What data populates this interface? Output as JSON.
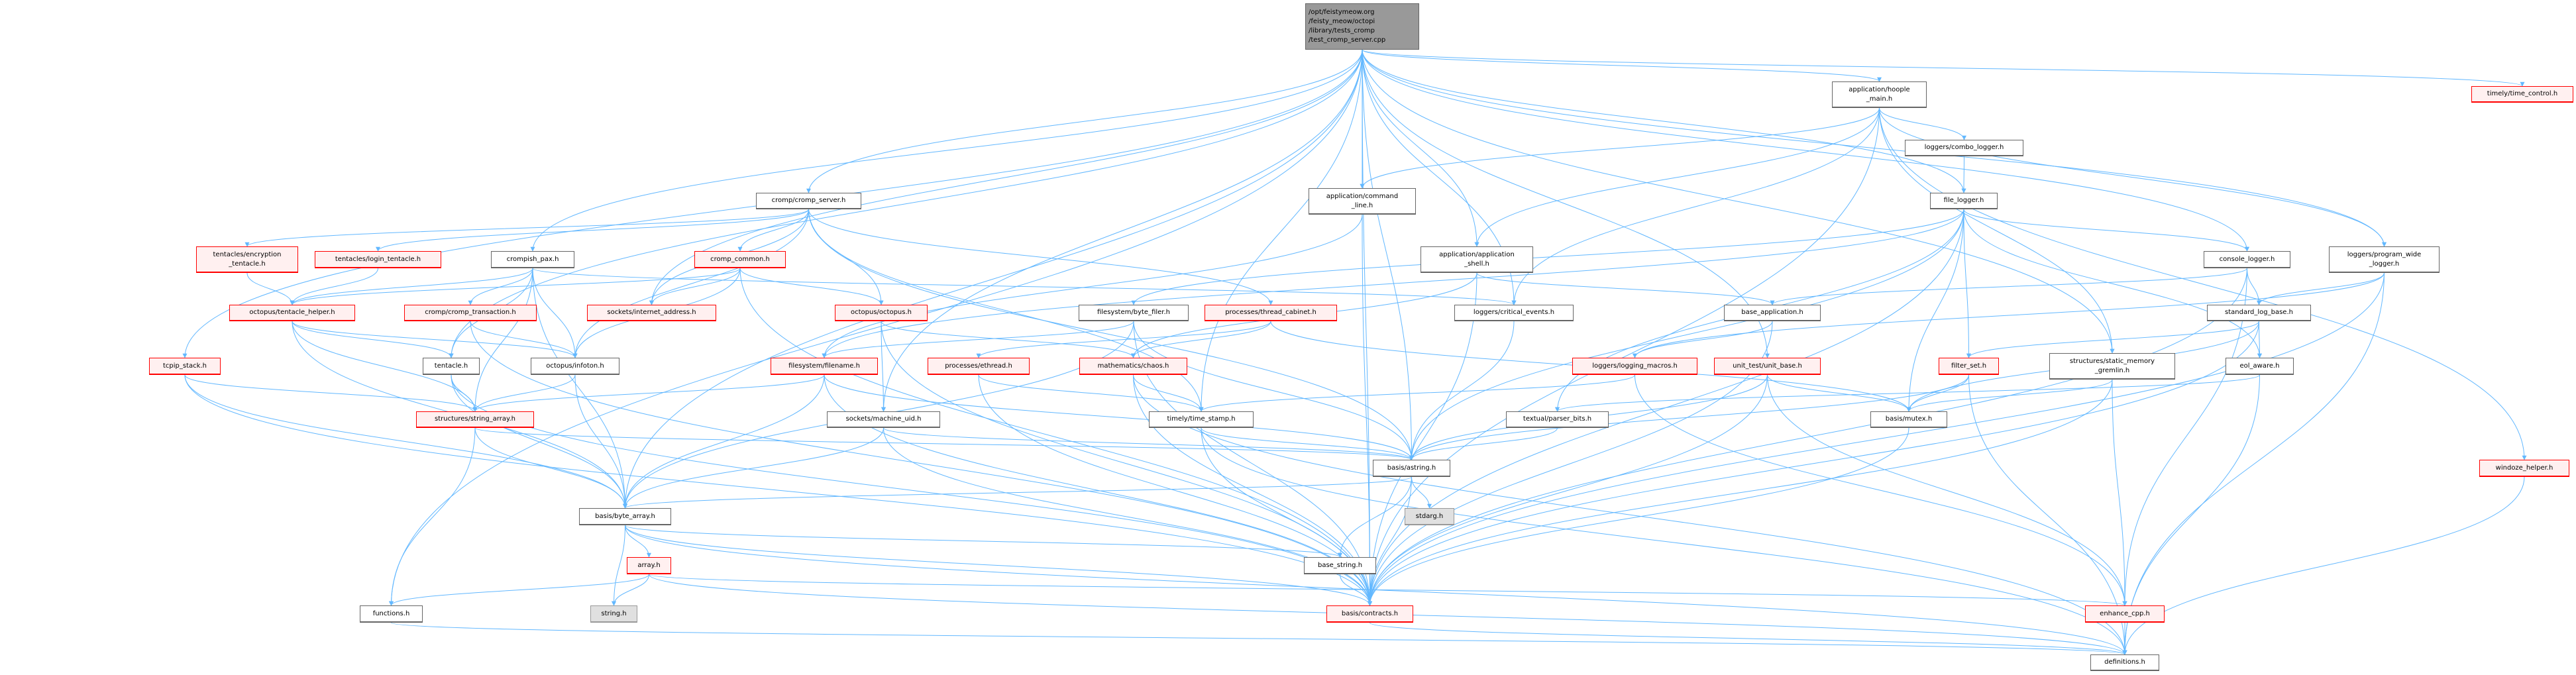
{
  "colors": {
    "edge": "#63B8FF",
    "red_border": "#FF0000",
    "red_fill": "#FFF0F0",
    "main_fill": "#999999",
    "sys_fill": "#E0E0E0"
  },
  "nodes": [
    {
      "id": "main",
      "label": "/opt/feistymeow.org\n/feisty_meow/octopi\n/library/tests_cromp\n/test_cromp_server.cpp",
      "style": "main"
    },
    {
      "id": "cromp_server",
      "label": "cromp/cromp_server.h",
      "style": "plain"
    },
    {
      "id": "encryption_tentacle",
      "label": "tentacles/encryption\n_tentacle.h",
      "style": "red"
    },
    {
      "id": "login_tentacle",
      "label": "tentacles/login_tentacle.h",
      "style": "red"
    },
    {
      "id": "crompish_pax",
      "label": "crompish_pax.h",
      "style": "plain"
    },
    {
      "id": "cromp_common",
      "label": "cromp_common.h",
      "style": "red"
    },
    {
      "id": "tentacle_helper",
      "label": "octopus/tentacle_helper.h",
      "style": "red"
    },
    {
      "id": "cromp_transaction",
      "label": "cromp/cromp_transaction.h",
      "style": "red"
    },
    {
      "id": "internet_address",
      "label": "sockets/internet_address.h",
      "style": "red"
    },
    {
      "id": "octopus",
      "label": "octopus/octopus.h",
      "style": "red"
    },
    {
      "id": "command_line",
      "label": "application/command\n_line.h",
      "style": "plain"
    },
    {
      "id": "application_shell",
      "label": "application/application\n_shell.h",
      "style": "plain"
    },
    {
      "id": "byte_filer",
      "label": "filesystem/byte_filer.h",
      "style": "plain"
    },
    {
      "id": "thread_cabinet",
      "label": "processes/thread_cabinet.h",
      "style": "red"
    },
    {
      "id": "critical_events",
      "label": "loggers/critical_events.h",
      "style": "plain"
    },
    {
      "id": "hoople_main",
      "label": "application/hoople\n_main.h",
      "style": "plain"
    },
    {
      "id": "time_control",
      "label": "timely/time_control.h",
      "style": "red"
    },
    {
      "id": "combo_logger",
      "label": "loggers/combo_logger.h",
      "style": "plain"
    },
    {
      "id": "file_logger",
      "label": "file_logger.h",
      "style": "plain"
    },
    {
      "id": "console_logger",
      "label": "console_logger.h",
      "style": "plain"
    },
    {
      "id": "program_wide_logger",
      "label": "loggers/program_wide\n_logger.h",
      "style": "plain"
    },
    {
      "id": "base_application",
      "label": "base_application.h",
      "style": "plain"
    },
    {
      "id": "standard_log_base",
      "label": "standard_log_base.h",
      "style": "plain"
    },
    {
      "id": "tcpip_stack",
      "label": "tcpip_stack.h",
      "style": "red"
    },
    {
      "id": "tentacle",
      "label": "tentacle.h",
      "style": "plain"
    },
    {
      "id": "infoton",
      "label": "octopus/infoton.h",
      "style": "plain"
    },
    {
      "id": "filename",
      "label": "filesystem/filename.h",
      "style": "red"
    },
    {
      "id": "ethread",
      "label": "processes/ethread.h",
      "style": "red"
    },
    {
      "id": "chaos",
      "label": "mathematics/chaos.h",
      "style": "red"
    },
    {
      "id": "logging_macros",
      "label": "loggers/logging_macros.h",
      "style": "red"
    },
    {
      "id": "unit_base",
      "label": "unit_test/unit_base.h",
      "style": "red"
    },
    {
      "id": "filter_set",
      "label": "filter_set.h",
      "style": "red"
    },
    {
      "id": "static_memory_gremlin",
      "label": "structures/static_memory\n_gremlin.h",
      "style": "plain"
    },
    {
      "id": "eol_aware",
      "label": "eol_aware.h",
      "style": "plain"
    },
    {
      "id": "string_array",
      "label": "structures/string_array.h",
      "style": "red"
    },
    {
      "id": "machine_uid",
      "label": "sockets/machine_uid.h",
      "style": "plain"
    },
    {
      "id": "time_stamp",
      "label": "timely/time_stamp.h",
      "style": "plain"
    },
    {
      "id": "parser_bits",
      "label": "textual/parser_bits.h",
      "style": "plain"
    },
    {
      "id": "mutex",
      "label": "basis/mutex.h",
      "style": "plain"
    },
    {
      "id": "astring",
      "label": "basis/astring.h",
      "style": "plain"
    },
    {
      "id": "windoze_helper",
      "label": "windoze_helper.h",
      "style": "red"
    },
    {
      "id": "byte_array",
      "label": "basis/byte_array.h",
      "style": "plain"
    },
    {
      "id": "stdarg",
      "label": "stdarg.h",
      "style": "sys"
    },
    {
      "id": "array",
      "label": "array.h",
      "style": "red"
    },
    {
      "id": "base_string",
      "label": "base_string.h",
      "style": "plain"
    },
    {
      "id": "functions",
      "label": "functions.h",
      "style": "plain"
    },
    {
      "id": "string_h",
      "label": "string.h",
      "style": "sys"
    },
    {
      "id": "contracts",
      "label": "basis/contracts.h",
      "style": "red"
    },
    {
      "id": "enhance_cpp",
      "label": "enhance_cpp.h",
      "style": "red"
    },
    {
      "id": "definitions",
      "label": "definitions.h",
      "style": "plain"
    }
  ],
  "edges": [
    [
      "main",
      "functions"
    ],
    [
      "main",
      "byte_array"
    ],
    [
      "main",
      "tcpip_stack"
    ],
    [
      "main",
      "tentacle"
    ],
    [
      "main",
      "crompish_pax"
    ],
    [
      "main",
      "cromp_server"
    ],
    [
      "main",
      "internet_address"
    ],
    [
      "main",
      "command_line"
    ],
    [
      "main",
      "application_shell"
    ],
    [
      "main",
      "hoople_main"
    ],
    [
      "main",
      "file_logger"
    ],
    [
      "main",
      "console_logger"
    ],
    [
      "main",
      "program_wide_logger"
    ],
    [
      "main",
      "static_memory_gremlin"
    ],
    [
      "main",
      "time_control"
    ],
    [
      "main",
      "time_stamp"
    ],
    [
      "main",
      "astring"
    ],
    [
      "main",
      "unit_base"
    ],
    [
      "main",
      "critical_events"
    ],
    [
      "main",
      "machine_uid"
    ],
    [
      "main",
      "contracts"
    ],
    [
      "cromp_server",
      "encryption_tentacle"
    ],
    [
      "cromp_server",
      "login_tentacle"
    ],
    [
      "cromp_server",
      "cromp_common"
    ],
    [
      "cromp_server",
      "internet_address"
    ],
    [
      "cromp_server",
      "octopus"
    ],
    [
      "cromp_server",
      "thread_cabinet"
    ],
    [
      "cromp_server",
      "time_stamp"
    ],
    [
      "cromp_server",
      "astring"
    ],
    [
      "cromp_server",
      "infoton"
    ],
    [
      "crompish_pax",
      "cromp_transaction"
    ],
    [
      "crompish_pax",
      "tentacle_helper"
    ],
    [
      "crompish_pax",
      "infoton"
    ],
    [
      "crompish_pax",
      "byte_array"
    ],
    [
      "crompish_pax",
      "critical_events"
    ],
    [
      "crompish_pax",
      "string_array"
    ],
    [
      "crompish_pax",
      "tentacle"
    ],
    [
      "cromp_common",
      "internet_address"
    ],
    [
      "cromp_common",
      "octopus"
    ],
    [
      "cromp_common",
      "infoton"
    ],
    [
      "cromp_common",
      "contracts"
    ],
    [
      "cromp_common",
      "tentacle_helper"
    ],
    [
      "encryption_tentacle",
      "tentacle_helper"
    ],
    [
      "login_tentacle",
      "tentacle_helper"
    ],
    [
      "tentacle_helper",
      "string_array"
    ],
    [
      "tentacle_helper",
      "infoton"
    ],
    [
      "tentacle_helper",
      "tentacle"
    ],
    [
      "tentacle_helper",
      "byte_array"
    ],
    [
      "cromp_transaction",
      "infoton"
    ],
    [
      "cromp_transaction",
      "contracts"
    ],
    [
      "octopus",
      "chaos"
    ],
    [
      "octopus",
      "contracts"
    ],
    [
      "octopus",
      "machine_uid"
    ],
    [
      "tcpip_stack",
      "string_array"
    ],
    [
      "tcpip_stack",
      "byte_array"
    ],
    [
      "tcpip_stack",
      "contracts"
    ],
    [
      "tentacle",
      "string_array"
    ],
    [
      "tentacle",
      "byte_array"
    ],
    [
      "tentacle",
      "contracts"
    ],
    [
      "infoton",
      "string_array"
    ],
    [
      "infoton",
      "byte_array"
    ],
    [
      "filename",
      "string_array"
    ],
    [
      "filename",
      "byte_array"
    ],
    [
      "filename",
      "astring"
    ],
    [
      "filename",
      "contracts"
    ],
    [
      "string_array",
      "functions"
    ],
    [
      "string_array",
      "byte_array"
    ],
    [
      "string_array",
      "astring"
    ],
    [
      "byte_array",
      "array"
    ],
    [
      "byte_array",
      "string_h"
    ],
    [
      "byte_array",
      "base_string"
    ],
    [
      "byte_array",
      "contracts"
    ],
    [
      "byte_array",
      "definitions"
    ],
    [
      "array",
      "functions"
    ],
    [
      "array",
      "string_h"
    ],
    [
      "array",
      "enhance_cpp"
    ],
    [
      "array",
      "definitions"
    ],
    [
      "functions",
      "definitions"
    ],
    [
      "ethread",
      "time_stamp"
    ],
    [
      "ethread",
      "contracts"
    ],
    [
      "chaos",
      "time_stamp"
    ],
    [
      "chaos",
      "contracts"
    ],
    [
      "chaos",
      "definitions"
    ],
    [
      "thread_cabinet",
      "ethread"
    ],
    [
      "thread_cabinet",
      "chaos"
    ],
    [
      "thread_cabinet",
      "mutex"
    ],
    [
      "byte_filer",
      "filename"
    ],
    [
      "byte_filer",
      "byte_array"
    ],
    [
      "byte_filer",
      "astring"
    ],
    [
      "byte_filer",
      "contracts"
    ],
    [
      "command_line",
      "filename"
    ],
    [
      "command_line",
      "contracts"
    ],
    [
      "application_shell",
      "base_application"
    ],
    [
      "application_shell",
      "chaos"
    ],
    [
      "application_shell",
      "contracts"
    ],
    [
      "base_application",
      "logging_macros"
    ],
    [
      "base_application",
      "contracts"
    ],
    [
      "critical_events",
      "astring"
    ],
    [
      "logging_macros",
      "time_stamp"
    ],
    [
      "logging_macros",
      "enhance_cpp"
    ],
    [
      "time_stamp",
      "astring"
    ],
    [
      "time_stamp",
      "contracts"
    ],
    [
      "time_stamp",
      "definitions"
    ],
    [
      "machine_uid",
      "astring"
    ],
    [
      "machine_uid",
      "byte_array"
    ],
    [
      "machine_uid",
      "contracts"
    ],
    [
      "parser_bits",
      "astring"
    ],
    [
      "astring",
      "byte_array"
    ],
    [
      "astring",
      "stdarg"
    ],
    [
      "astring",
      "base_string"
    ],
    [
      "astring",
      "contracts"
    ],
    [
      "base_string",
      "contracts"
    ],
    [
      "hoople_main",
      "command_line"
    ],
    [
      "hoople_main",
      "application_shell"
    ],
    [
      "hoople_main",
      "combo_logger"
    ],
    [
      "hoople_main",
      "program_wide_logger"
    ],
    [
      "hoople_main",
      "static_memory_gremlin"
    ],
    [
      "hoople_main",
      "critical_events"
    ],
    [
      "hoople_main",
      "contracts"
    ],
    [
      "hoople_main",
      "windoze_helper"
    ],
    [
      "combo_logger",
      "file_logger"
    ],
    [
      "file_logger",
      "console_logger"
    ],
    [
      "file_logger",
      "byte_filer"
    ],
    [
      "file_logger",
      "filename"
    ],
    [
      "file_logger",
      "filter_set"
    ],
    [
      "file_logger",
      "mutex"
    ],
    [
      "file_logger",
      "astring"
    ],
    [
      "file_logger",
      "contracts"
    ],
    [
      "file_logger",
      "eol_aware"
    ],
    [
      "file_logger",
      "parser_bits"
    ],
    [
      "console_logger",
      "standard_log_base"
    ],
    [
      "console_logger",
      "base_application"
    ],
    [
      "console_logger",
      "contracts"
    ],
    [
      "console_logger",
      "enhance_cpp"
    ],
    [
      "program_wide_logger",
      "standard_log_base"
    ],
    [
      "program_wide_logger",
      "logging_macros"
    ],
    [
      "program_wide_logger",
      "contracts"
    ],
    [
      "program_wide_logger",
      "definitions"
    ],
    [
      "standard_log_base",
      "filter_set"
    ],
    [
      "standard_log_base",
      "eol_aware"
    ],
    [
      "standard_log_base",
      "mutex"
    ],
    [
      "standard_log_base",
      "contracts"
    ],
    [
      "unit_base",
      "mutex"
    ],
    [
      "unit_base",
      "astring"
    ],
    [
      "unit_base",
      "contracts"
    ],
    [
      "unit_base",
      "enhance_cpp"
    ],
    [
      "filter_set",
      "mutex"
    ],
    [
      "filter_set",
      "astring"
    ],
    [
      "filter_set",
      "definitions"
    ],
    [
      "static_memory_gremlin",
      "mutex"
    ],
    [
      "static_memory_gremlin",
      "contracts"
    ],
    [
      "static_memory_gremlin",
      "enhance_cpp"
    ],
    [
      "eol_aware",
      "parser_bits"
    ],
    [
      "eol_aware",
      "definitions"
    ],
    [
      "mutex",
      "contracts"
    ],
    [
      "enhance_cpp",
      "definitions"
    ],
    [
      "windoze_helper",
      "definitions"
    ],
    [
      "contracts",
      "definitions"
    ]
  ]
}
